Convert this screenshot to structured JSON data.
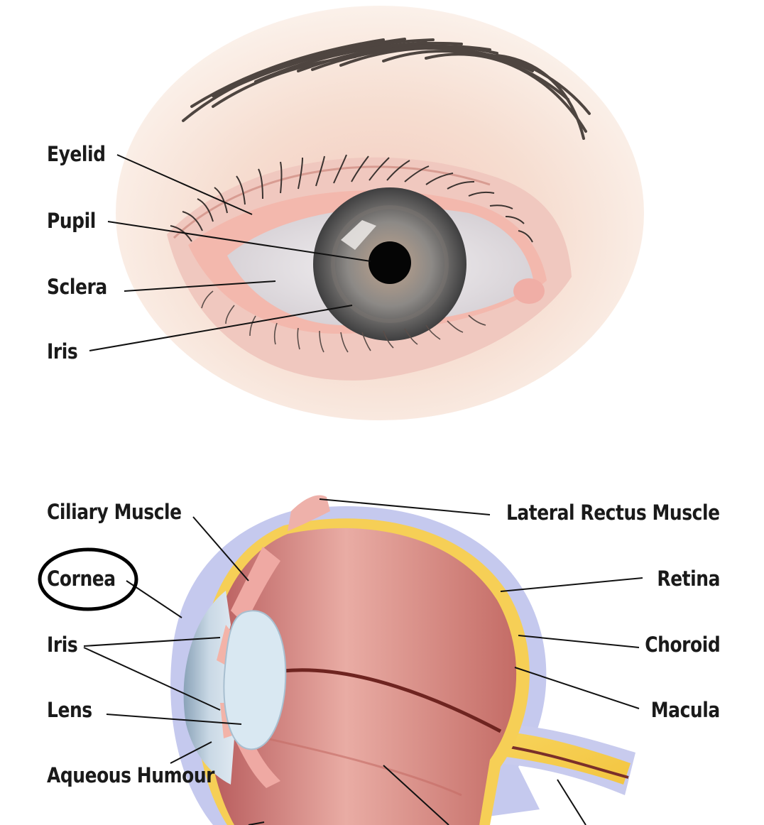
{
  "colors": {
    "skin": "#f6ddd0",
    "eyelid_pink": "#f2bfb6",
    "iris_grey": "#8a8683",
    "pupil": "#0a0a0a",
    "eyeball_red": "#c56e66",
    "sclera_blue": "#c8cbee",
    "retina_yellow": "#f6cf56",
    "lens_blue": "#d4e3ee",
    "leader_line": "#111111",
    "highlight_circle": "#000000"
  },
  "external_view": {
    "labels": {
      "eyelid": "Eyelid",
      "pupil": "Pupil",
      "sclera": "Sclera",
      "iris": "Iris"
    }
  },
  "cross_section": {
    "labels": {
      "ciliary_muscle": "Ciliary Muscle",
      "cornea": "Cornea",
      "iris": "Iris",
      "lens": "Lens",
      "aqueous_humour": "Aqueous Humour",
      "lateral_rectus_muscle": "Lateral Rectus Muscle",
      "retina": "Retina",
      "choroid": "Choroid",
      "macula": "Macula"
    },
    "highlighted_label": "cornea"
  }
}
